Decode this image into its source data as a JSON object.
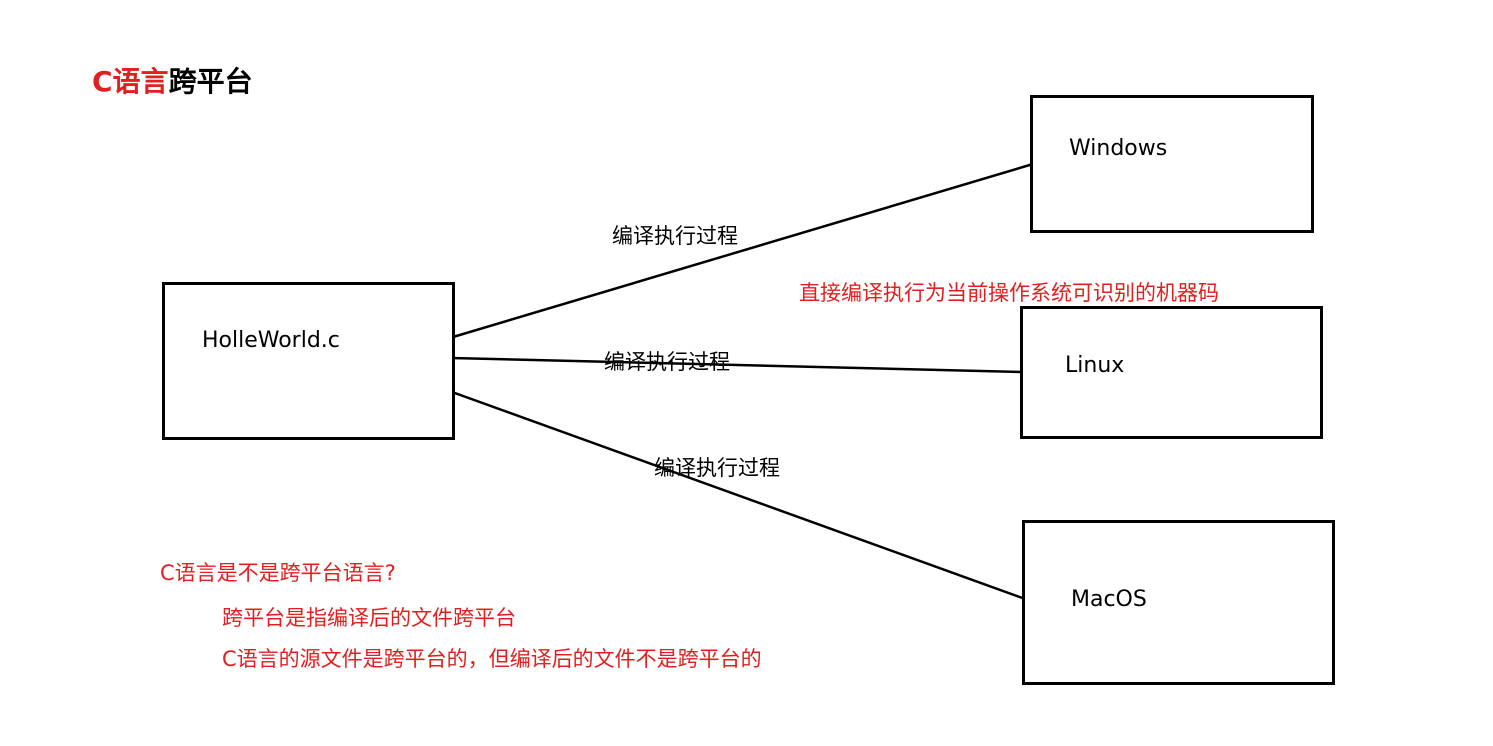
{
  "title": {
    "accent_text": "C语言",
    "rest_text": "跨平台",
    "accent_color": "#e02020"
  },
  "nodes": {
    "source": {
      "label": "HolleWorld.c"
    },
    "windows": {
      "label": "Windows"
    },
    "linux": {
      "label": "Linux"
    },
    "macos": {
      "label": "MacOS"
    }
  },
  "edges": [
    {
      "from": "source",
      "to": "windows",
      "label": "编译执行过程"
    },
    {
      "from": "source",
      "to": "linux",
      "label": "编译执行过程"
    },
    {
      "from": "source",
      "to": "macos",
      "label": "编译执行过程"
    }
  ],
  "annotations": {
    "compile_note": "直接编译执行为当前操作系统可识别的机器码",
    "question": "C语言是不是跨平台语言?",
    "answer_1": "跨平台是指编译后的文件跨平台",
    "answer_2": "C语言的源文件是跨平台的，但编译后的文件不是跨平台的"
  },
  "colors": {
    "annotation": "#e02020",
    "line": "#000000"
  }
}
